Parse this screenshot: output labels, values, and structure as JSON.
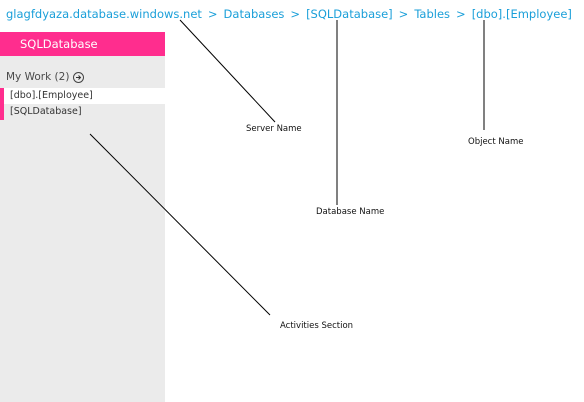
{
  "breadcrumb": {
    "items": [
      "glagfdyaza.database.windows.net",
      "Databases",
      "[SQLDatabase]",
      "Tables",
      "[dbo].[Employee]"
    ],
    "separator": ">"
  },
  "sidebar": {
    "header": "SQLDatabase",
    "my_work_label": "My Work (2)",
    "my_work_icon": "arrow-circle-right-icon",
    "activities": [
      "[dbo].[Employee]",
      "[SQLDatabase]"
    ]
  },
  "callouts": {
    "server_name": "Server Name",
    "database_name": "Database Name",
    "object_name": "Object Name",
    "activities_section": "Activities Section"
  },
  "colors": {
    "accent": "#ff2d8e",
    "link": "#1a9fd9",
    "sidebar_bg": "#ebebeb"
  }
}
